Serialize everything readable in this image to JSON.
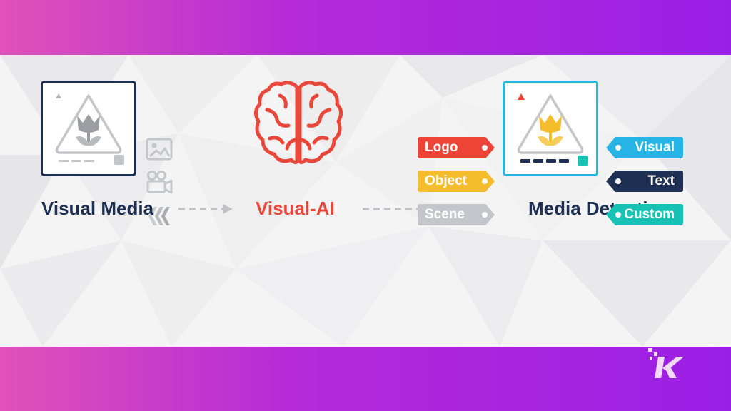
{
  "captions": {
    "visual_media": "Visual Media",
    "visual_ai": "Visual-AI",
    "media_detections": "Media Detections"
  },
  "tags_left": [
    {
      "label": "Logo",
      "color": "#ee4337"
    },
    {
      "label": "Object",
      "color": "#f5bd2c"
    },
    {
      "label": "Scene",
      "color": "#c4c6cc"
    }
  ],
  "tags_right": [
    {
      "label": "Visual",
      "color": "#26b4e6"
    },
    {
      "label": "Text",
      "color": "#1d2f52"
    },
    {
      "label": "Custom",
      "color": "#17c2b4"
    }
  ],
  "colors": {
    "navy": "#1d2f52",
    "red": "#e8473a",
    "cyan": "#27b8e0",
    "yellow": "#f5bd2c",
    "teal": "#17c2b4"
  },
  "icons": [
    "image-icon",
    "video-camera-icon",
    "layers-icon",
    "brain-icon",
    "k-logo-icon"
  ]
}
